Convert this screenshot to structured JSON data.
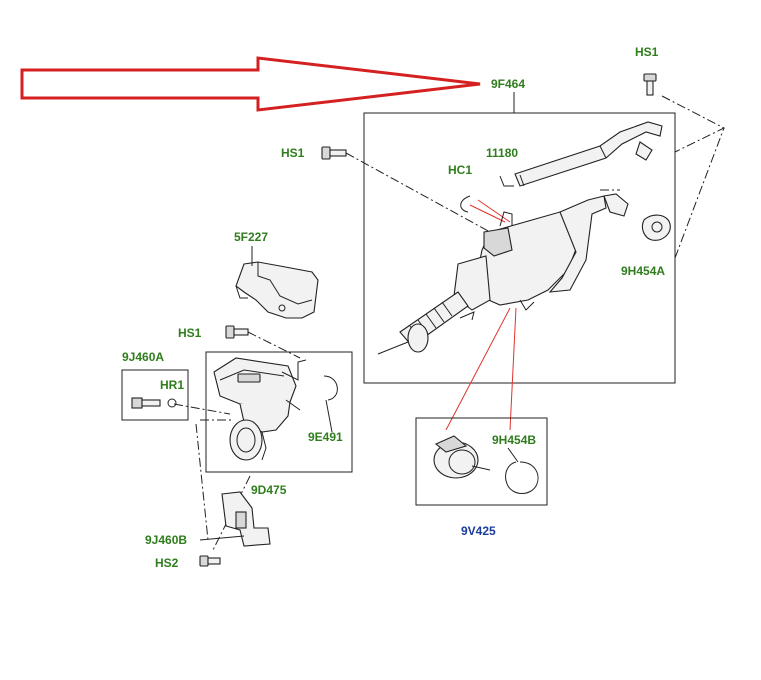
{
  "colors": {
    "label_green": "#2f7d1d",
    "label_blue": "#1c3c9c",
    "arrow_red": "#d42020",
    "leader_red": "#e0342c"
  },
  "labels": {
    "hs1_top": "HS1",
    "part_9f464": "9F464",
    "hs1_left": "HS1",
    "hc1": "HC1",
    "part_11180": "11180",
    "part_5f227": "5F227",
    "part_9h454a": "9H454A",
    "hs1_mid": "HS1",
    "part_9j460a": "9J460A",
    "hr1": "HR1",
    "part_9e491": "9E491",
    "part_9d475": "9D475",
    "part_9h454b": "9H454B",
    "part_9v425": "9V425",
    "part_9j460b": "9J460B",
    "hs2": "HS2"
  }
}
